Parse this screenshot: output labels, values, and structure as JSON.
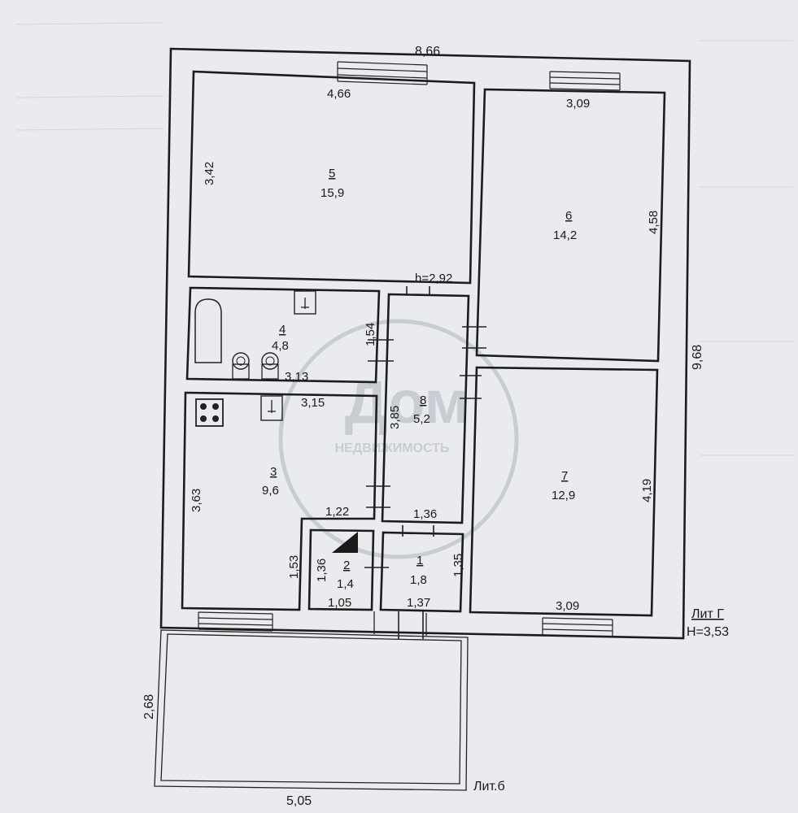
{
  "dimensions": {
    "outer_width": "8,66",
    "outer_depth": "9,68",
    "porch_depth": "2,68",
    "porch_width": "5,05"
  },
  "rooms": [
    {
      "num": "5",
      "area": "15,9",
      "width": "4,66",
      "depth": "3,42"
    },
    {
      "num": "6",
      "area": "14,2",
      "width": "3,09",
      "depth": "4,58"
    },
    {
      "num": "4",
      "area": "4,8",
      "width": "3,13",
      "depth": "1,54"
    },
    {
      "num": "8",
      "area": "5,2",
      "depth": "3,85",
      "width": "1,36"
    },
    {
      "num": "3",
      "area": "9,6",
      "width": "3,15",
      "depth": "3,63",
      "inner_width": "1,22",
      "inner_depth": "1,53"
    },
    {
      "num": "7",
      "area": "12,9",
      "width": "3,09",
      "depth": "4,19"
    },
    {
      "num": "2",
      "area": "1,4",
      "width": "1,05",
      "depth": "1,36"
    },
    {
      "num": "1",
      "area": "1,8",
      "width": "1,37",
      "depth": "1,35"
    }
  ],
  "ceiling_height": "h=2,92",
  "labels": {
    "lit_g": "Лит Г",
    "lit_g_height": "H=3,53",
    "lit_b": "Лит.б"
  },
  "watermark": {
    "main": "Дом",
    "sub": "НЕДВИЖИМОСТЬ"
  },
  "colors": {
    "paper": "#e9ebee",
    "line": "#1c1c1c",
    "watermark": "#c9cdd3"
  }
}
